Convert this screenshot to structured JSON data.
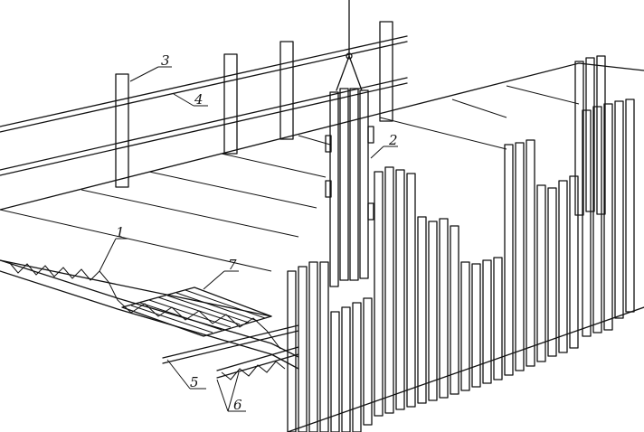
{
  "figure": {
    "callouts": [
      {
        "id": "c1",
        "label": "1"
      },
      {
        "id": "c2",
        "label": "2"
      },
      {
        "id": "c3",
        "label": "3"
      },
      {
        "id": "c4",
        "label": "4"
      },
      {
        "id": "c5",
        "label": "5"
      },
      {
        "id": "c6",
        "label": "6"
      },
      {
        "id": "c7",
        "label": "7"
      }
    ]
  },
  "style": {
    "ink": "#111111",
    "paper": "#ffffff"
  }
}
